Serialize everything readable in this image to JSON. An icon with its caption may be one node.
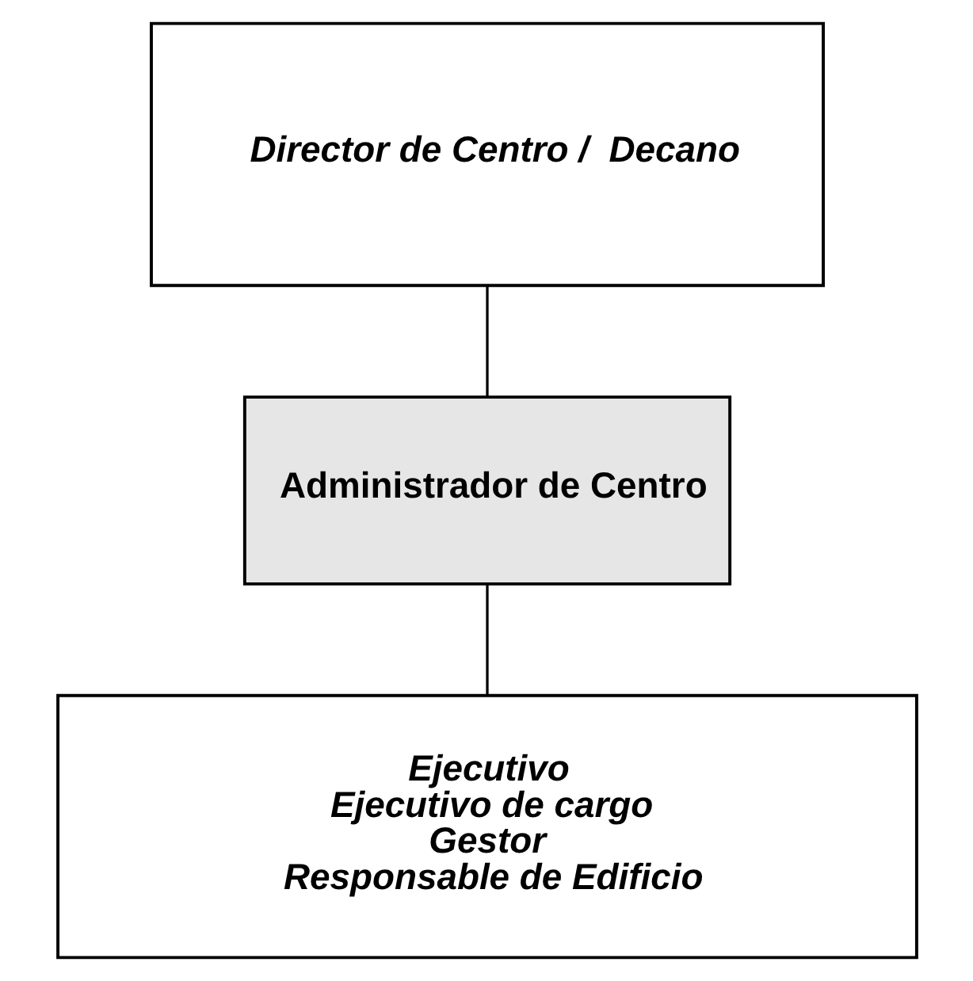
{
  "diagram": {
    "nodes": [
      {
        "text": [
          "Director de Centro /  Decano"
        ]
      },
      {
        "text": [
          "Administrador de Centro"
        ]
      },
      {
        "text": [
          "Ejecutivo",
          "Ejecutivo de cargo",
          "Gestor",
          "Responsable de Edificio"
        ]
      }
    ],
    "edges": [
      {
        "from": 0,
        "to": 1,
        "arrow": "none"
      },
      {
        "from": 1,
        "to": 2,
        "arrow": "none"
      }
    ]
  }
}
